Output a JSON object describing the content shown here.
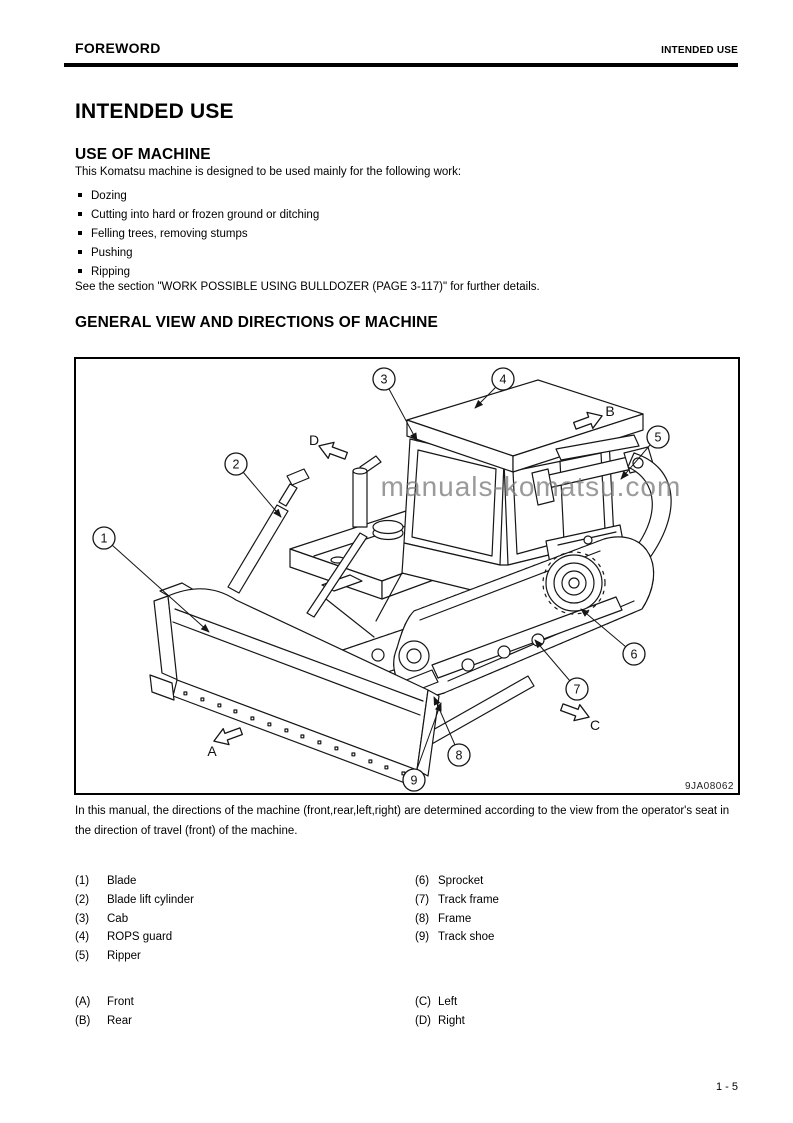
{
  "header": {
    "left_title": "FOREWORD",
    "right_title": "INTENDED USE"
  },
  "page_title": "INTENDED USE",
  "use_of_machine": {
    "heading": "USE OF MACHINE",
    "intro": "This Komatsu machine is designed to be used mainly for the following work:",
    "items": [
      "Dozing",
      "Cutting into hard or frozen ground or ditching",
      "Felling trees, removing stumps",
      "Pushing",
      "Ripping"
    ],
    "outro": "See the section \"WORK POSSIBLE USING BULLDOZER (PAGE 3-117)\" for further details."
  },
  "general_view": {
    "heading": "GENERAL VIEW AND DIRECTIONS OF MACHINE",
    "figure": {
      "watermark": "manuals-komatsu.com",
      "code": "9JA08062",
      "callouts": [
        "1",
        "2",
        "3",
        "4",
        "5",
        "6",
        "7",
        "8",
        "9"
      ],
      "directions": [
        "A",
        "B",
        "C",
        "D"
      ]
    },
    "caption": "In this manual, the directions of the machine (front,rear,left,right) are determined according to the view from the operator's seat in the direction of travel (front) of the machine.",
    "parts": [
      {
        "num": "(1)",
        "label": "Blade"
      },
      {
        "num": "(2)",
        "label": "Blade lift cylinder"
      },
      {
        "num": "(3)",
        "label": "Cab"
      },
      {
        "num": "(4)",
        "label": "ROPS guard"
      },
      {
        "num": "(5)",
        "label": "Ripper"
      },
      {
        "num": "(6)",
        "label": "Sprocket"
      },
      {
        "num": "(7)",
        "label": "Track frame"
      },
      {
        "num": "(8)",
        "label": "Frame"
      },
      {
        "num": "(9)",
        "label": "Track shoe"
      }
    ],
    "direction_labels": [
      {
        "num": "(A)",
        "label": "Front"
      },
      {
        "num": "(B)",
        "label": "Rear"
      },
      {
        "num": "(C)",
        "label": "Left"
      },
      {
        "num": "(D)",
        "label": "Right"
      }
    ]
  },
  "footer": {
    "page_number": "1 - 5"
  }
}
